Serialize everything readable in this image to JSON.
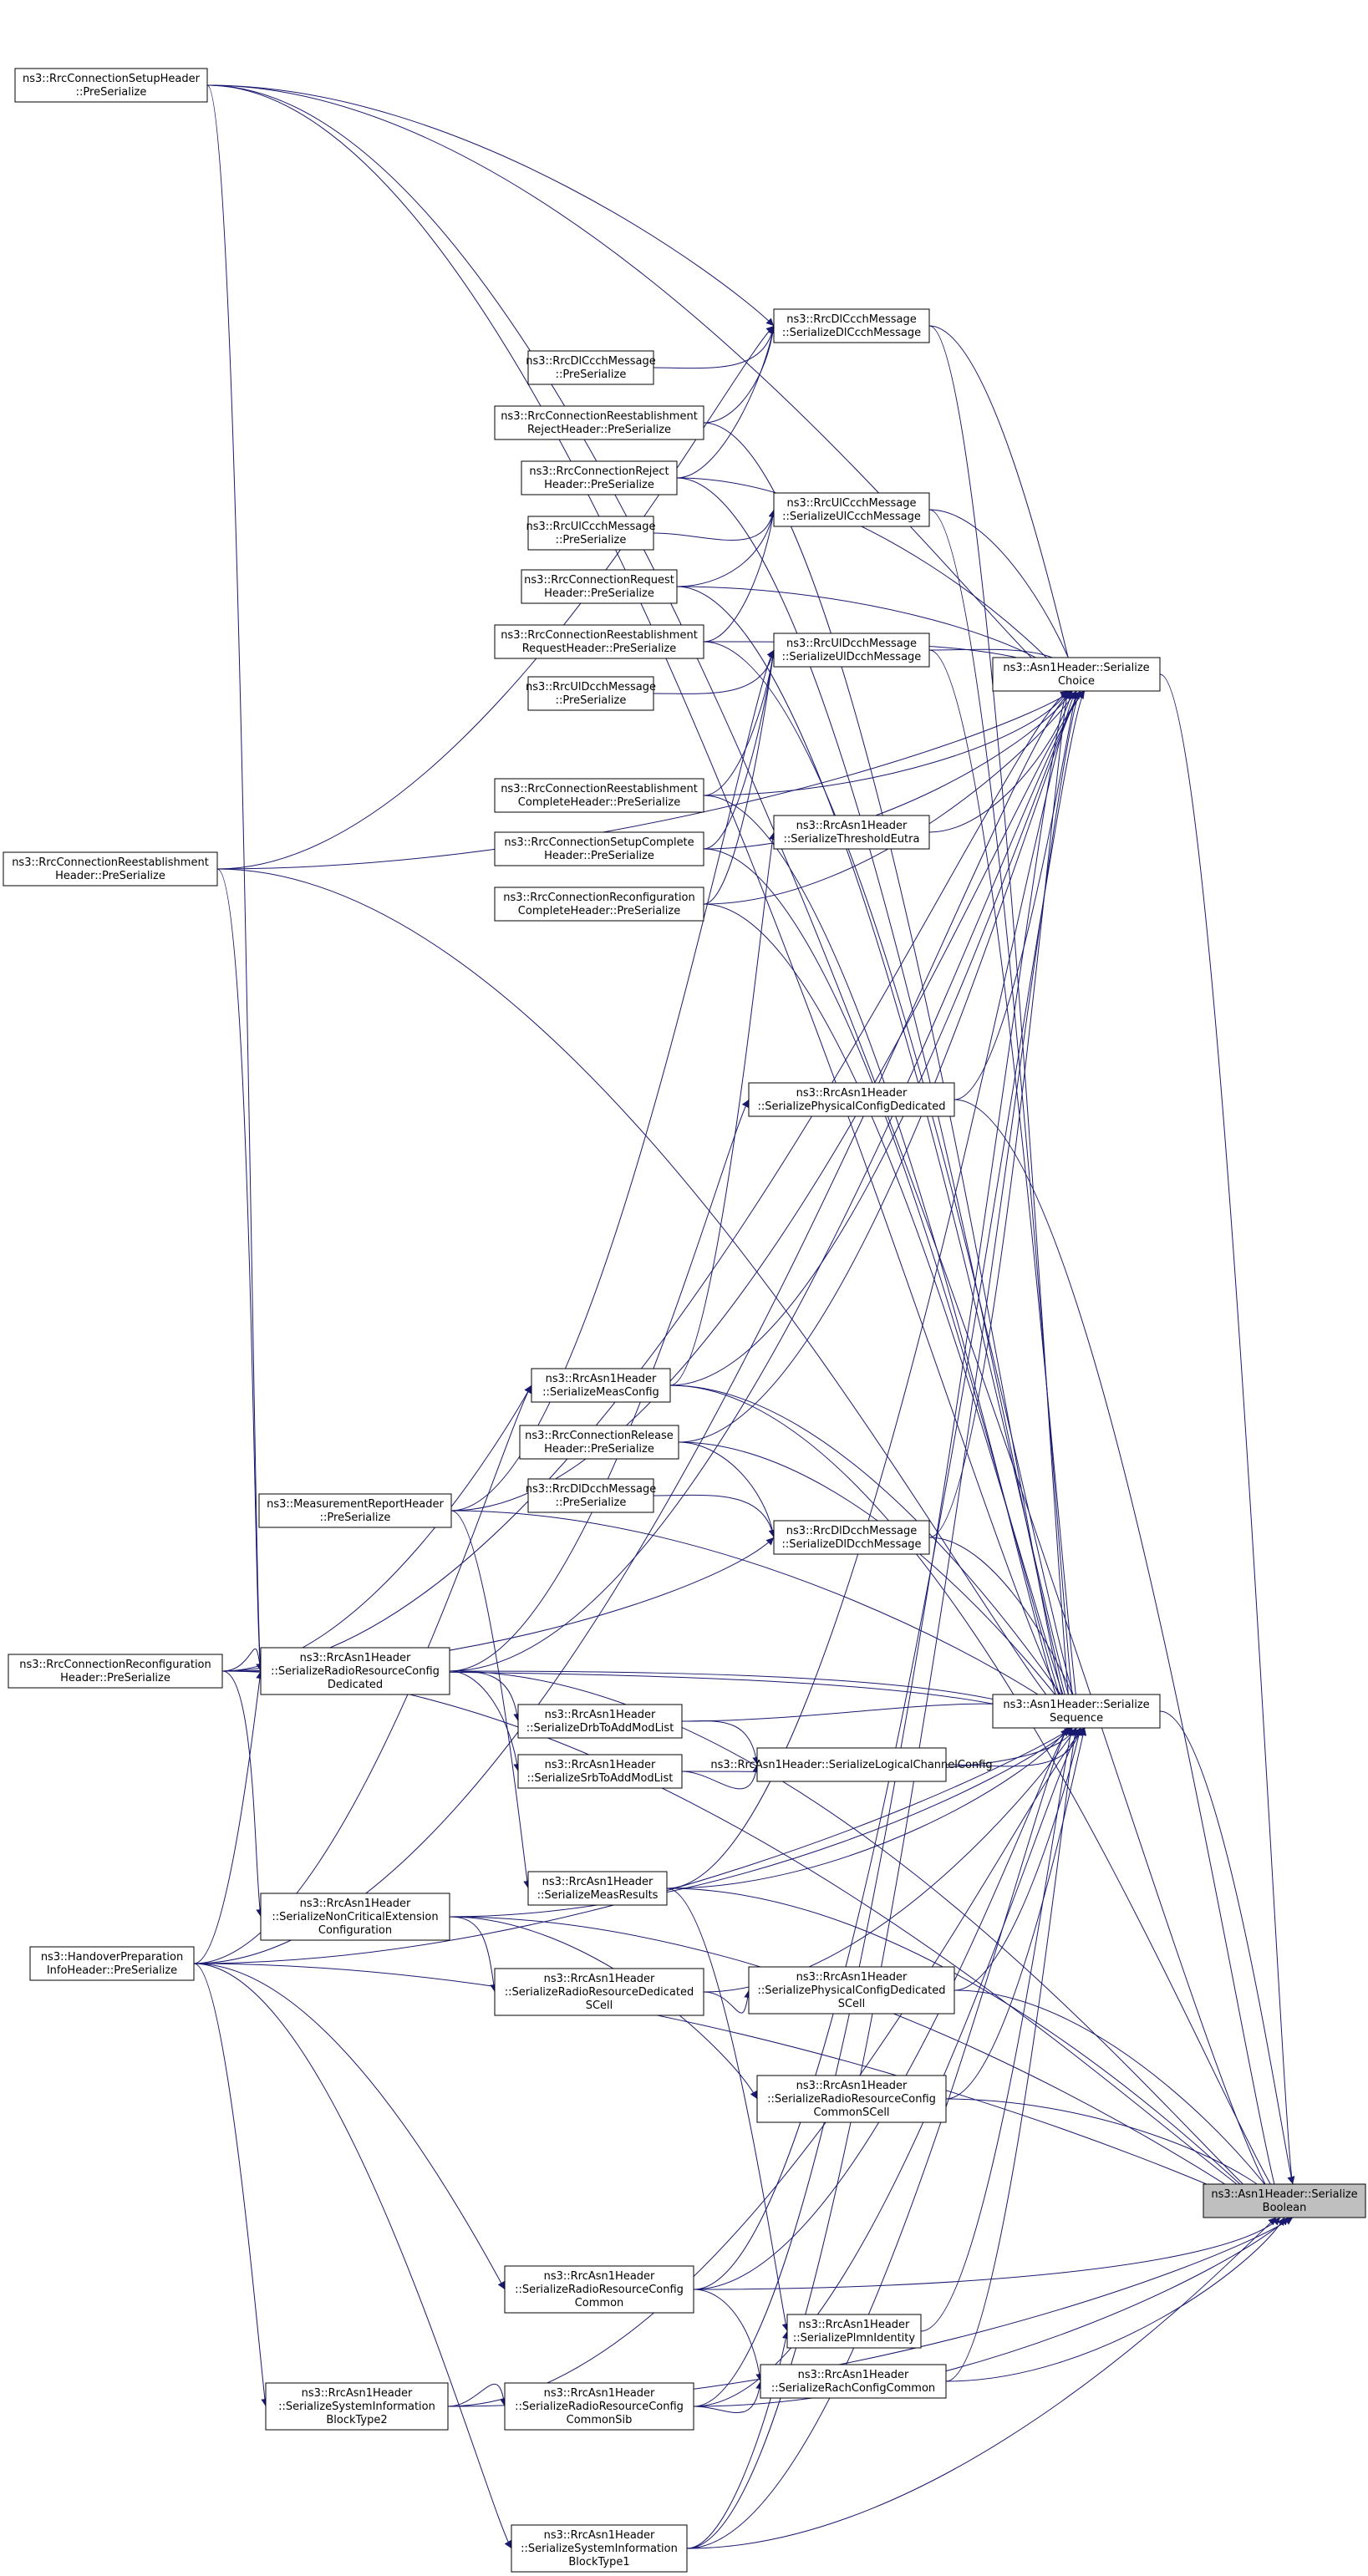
{
  "colors": {
    "edge": "#191970",
    "node_border": "#000000",
    "node_fill": "#ffffff",
    "root_fill": "#bfbfbf"
  },
  "nodes": {
    "rrc_setup_pre": {
      "lines": [
        "ns3::RrcConnectionSetupHeader",
        "::PreSerialize"
      ]
    },
    "dlccch_ser": {
      "lines": [
        "ns3::RrcDlCcchMessage",
        "::SerializeDlCcchMessage"
      ]
    },
    "dlccch_pre": {
      "lines": [
        "ns3::RrcDlCcchMessage",
        "::PreSerialize"
      ]
    },
    "reest_reject_pre": {
      "lines": [
        "ns3::RrcConnectionReestablishment",
        "RejectHeader::PreSerialize"
      ]
    },
    "reject_pre": {
      "lines": [
        "ns3::RrcConnectionReject",
        "Header::PreSerialize"
      ]
    },
    "ulccch_ser": {
      "lines": [
        "ns3::RrcUlCcchMessage",
        "::SerializeUlCcchMessage"
      ]
    },
    "ulccch_pre": {
      "lines": [
        "ns3::RrcUlCcchMessage",
        "::PreSerialize"
      ]
    },
    "request_pre": {
      "lines": [
        "ns3::RrcConnectionRequest",
        "Header::PreSerialize"
      ]
    },
    "reest_request_pre": {
      "lines": [
        "ns3::RrcConnectionReestablishment",
        "RequestHeader::PreSerialize"
      ]
    },
    "uldcch_ser": {
      "lines": [
        "ns3::RrcUlDcchMessage",
        "::SerializeUlDcchMessage"
      ]
    },
    "uldcch_pre": {
      "lines": [
        "ns3::RrcUlDcchMessage",
        "::PreSerialize"
      ]
    },
    "ser_choice": {
      "lines": [
        "ns3::Asn1Header::Serialize",
        "Choice"
      ]
    },
    "reest_complete_pre": {
      "lines": [
        "ns3::RrcConnectionReestablishment",
        "CompleteHeader::PreSerialize"
      ]
    },
    "thresh_eutra": {
      "lines": [
        "ns3::RrcAsn1Header",
        "::SerializeThresholdEutra"
      ]
    },
    "reest_pre": {
      "lines": [
        "ns3::RrcConnectionReestablishment",
        "Header::PreSerialize"
      ]
    },
    "setup_complete_pre": {
      "lines": [
        "ns3::RrcConnectionSetupComplete",
        "Header::PreSerialize"
      ]
    },
    "reconf_complete_pre": {
      "lines": [
        "ns3::RrcConnectionReconfiguration",
        "CompleteHeader::PreSerialize"
      ]
    },
    "phys_ded": {
      "lines": [
        "ns3::RrcAsn1Header",
        "::SerializePhysicalConfigDedicated"
      ]
    },
    "meas_config": {
      "lines": [
        "ns3::RrcAsn1Header",
        "::SerializeMeasConfig"
      ]
    },
    "release_pre": {
      "lines": [
        "ns3::RrcConnectionRelease",
        "Header::PreSerialize"
      ]
    },
    "meas_report_pre": {
      "lines": [
        "ns3::MeasurementReportHeader",
        "::PreSerialize"
      ]
    },
    "dldcch_pre": {
      "lines": [
        "ns3::RrcDlDcchMessage",
        "::PreSerialize"
      ]
    },
    "dldcch_ser": {
      "lines": [
        "ns3::RrcDlDcchMessage",
        "::SerializeDlDcchMessage"
      ]
    },
    "reconf_pre": {
      "lines": [
        "ns3::RrcConnectionReconfiguration",
        "Header::PreSerialize"
      ]
    },
    "rr_ded": {
      "lines": [
        "ns3::RrcAsn1Header",
        "::SerializeRadioResourceConfig",
        "Dedicated"
      ]
    },
    "ser_seq": {
      "lines": [
        "ns3::Asn1Header::Serialize",
        "Sequence"
      ]
    },
    "drb": {
      "lines": [
        "ns3::RrcAsn1Header",
        "::SerializeDrbToAddModList"
      ]
    },
    "srb": {
      "lines": [
        "ns3::RrcAsn1Header",
        "::SerializeSrbToAddModList"
      ]
    },
    "logical_ch": {
      "lines": [
        "ns3::RrcAsn1Header::SerializeLogicalChannelConfig"
      ]
    },
    "meas_results": {
      "lines": [
        "ns3::RrcAsn1Header",
        "::SerializeMeasResults"
      ]
    },
    "handover_pre": {
      "lines": [
        "ns3::HandoverPreparation",
        "InfoHeader::PreSerialize"
      ]
    },
    "noncrit": {
      "lines": [
        "ns3::RrcAsn1Header",
        "::SerializeNonCriticalExtension",
        "Configuration"
      ]
    },
    "rr_ded_scell": {
      "lines": [
        "ns3::RrcAsn1Header",
        "::SerializeRadioResourceDedicated",
        "SCell"
      ]
    },
    "phys_ded_scell": {
      "lines": [
        "ns3::RrcAsn1Header",
        "::SerializePhysicalConfigDedicated",
        "SCell"
      ]
    },
    "rr_common_scell": {
      "lines": [
        "ns3::RrcAsn1Header",
        "::SerializeRadioResourceConfig",
        "CommonSCell"
      ]
    },
    "ser_bool": {
      "lines": [
        "ns3::Asn1Header::Serialize",
        "Boolean"
      ]
    },
    "rr_common": {
      "lines": [
        "ns3::RrcAsn1Header",
        "::SerializeRadioResourceConfig",
        "Common"
      ]
    },
    "plmn": {
      "lines": [
        "ns3::RrcAsn1Header",
        "::SerializePlmnIdentity"
      ]
    },
    "rach": {
      "lines": [
        "ns3::RrcAsn1Header",
        "::SerializeRachConfigCommon"
      ]
    },
    "sib2": {
      "lines": [
        "ns3::RrcAsn1Header",
        "::SerializeSystemInformation",
        "BlockType2"
      ]
    },
    "rr_common_sib": {
      "lines": [
        "ns3::RrcAsn1Header",
        "::SerializeRadioResourceConfig",
        "CommonSib"
      ]
    },
    "sib1": {
      "lines": [
        "ns3::RrcAsn1Header",
        "::SerializeSystemInformation",
        "BlockType1"
      ]
    }
  },
  "edges": [
    [
      "ser_choice",
      "ser_bool"
    ],
    [
      "ser_seq",
      "ser_bool"
    ],
    [
      "phys_ded",
      "ser_bool"
    ],
    [
      "phys_ded_scell",
      "ser_bool"
    ],
    [
      "rr_common_scell",
      "ser_bool"
    ],
    [
      "meas_results",
      "ser_bool"
    ],
    [
      "rr_common",
      "ser_bool"
    ],
    [
      "rach",
      "ser_bool"
    ],
    [
      "rr_common_sib",
      "ser_bool"
    ],
    [
      "sib2",
      "ser_bool"
    ],
    [
      "sib1",
      "ser_bool"
    ],
    [
      "handover_pre",
      "ser_bool"
    ],
    [
      "reconf_pre",
      "ser_bool"
    ],
    [
      "rrc_setup_pre",
      "ser_bool"
    ],
    [
      "meas_config",
      "ser_bool"
    ],
    [
      "noncrit",
      "ser_bool"
    ],
    [
      "rr_ded",
      "ser_bool"
    ],
    [
      "dlccch_ser",
      "ser_choice"
    ],
    [
      "ulccch_ser",
      "ser_choice"
    ],
    [
      "uldcch_ser",
      "ser_choice"
    ],
    [
      "dldcch_ser",
      "ser_choice"
    ],
    [
      "thresh_eutra",
      "ser_choice"
    ],
    [
      "phys_ded",
      "ser_choice"
    ],
    [
      "meas_config",
      "ser_choice"
    ],
    [
      "rr_ded",
      "ser_choice"
    ],
    [
      "rrc_setup_pre",
      "ser_choice"
    ],
    [
      "reest_pre",
      "ser_choice"
    ],
    [
      "reject_pre",
      "ser_choice"
    ],
    [
      "request_pre",
      "ser_choice"
    ],
    [
      "reest_request_pre",
      "ser_choice"
    ],
    [
      "reest_complete_pre",
      "ser_choice"
    ],
    [
      "setup_complete_pre",
      "ser_choice"
    ],
    [
      "reconf_complete_pre",
      "ser_choice"
    ],
    [
      "release_pre",
      "ser_choice"
    ],
    [
      "meas_report_pre",
      "ser_choice"
    ],
    [
      "reconf_pre",
      "ser_choice"
    ],
    [
      "handover_pre",
      "ser_choice"
    ],
    [
      "meas_results",
      "ser_choice"
    ],
    [
      "sib1",
      "ser_choice"
    ],
    [
      "rr_common",
      "ser_choice"
    ],
    [
      "rr_common_sib",
      "ser_choice"
    ],
    [
      "dlccch_ser",
      "ser_seq"
    ],
    [
      "ulccch_ser",
      "ser_seq"
    ],
    [
      "uldcch_ser",
      "ser_seq"
    ],
    [
      "dldcch_ser",
      "ser_seq"
    ],
    [
      "rr_ded",
      "ser_seq"
    ],
    [
      "drb",
      "ser_seq"
    ],
    [
      "srb",
      "ser_seq"
    ],
    [
      "logical_ch",
      "ser_seq"
    ],
    [
      "meas_config",
      "ser_seq"
    ],
    [
      "meas_results",
      "ser_seq"
    ],
    [
      "noncrit",
      "ser_seq"
    ],
    [
      "rr_ded_scell",
      "ser_seq"
    ],
    [
      "phys_ded_scell",
      "ser_seq"
    ],
    [
      "rr_common_scell",
      "ser_seq"
    ],
    [
      "rr_common",
      "ser_seq"
    ],
    [
      "plmn",
      "ser_seq"
    ],
    [
      "rach",
      "ser_seq"
    ],
    [
      "rr_common_sib",
      "ser_seq"
    ],
    [
      "sib2",
      "ser_seq"
    ],
    [
      "sib1",
      "ser_seq"
    ],
    [
      "reest_reject_pre",
      "ser_seq"
    ],
    [
      "reject_pre",
      "ser_seq"
    ],
    [
      "request_pre",
      "ser_seq"
    ],
    [
      "reest_request_pre",
      "ser_seq"
    ],
    [
      "reest_complete_pre",
      "ser_seq"
    ],
    [
      "setup_complete_pre",
      "ser_seq"
    ],
    [
      "reconf_complete_pre",
      "ser_seq"
    ],
    [
      "release_pre",
      "ser_seq"
    ],
    [
      "meas_report_pre",
      "ser_seq"
    ],
    [
      "reconf_pre",
      "ser_seq"
    ],
    [
      "handover_pre",
      "ser_seq"
    ],
    [
      "reest_pre",
      "ser_seq"
    ],
    [
      "rrc_setup_pre",
      "ser_seq"
    ],
    [
      "rrc_setup_pre",
      "dlccch_ser"
    ],
    [
      "dlccch_pre",
      "dlccch_ser"
    ],
    [
      "reest_reject_pre",
      "dlccch_ser"
    ],
    [
      "reject_pre",
      "dlccch_ser"
    ],
    [
      "reest_pre",
      "dlccch_ser"
    ],
    [
      "ulccch_pre",
      "ulccch_ser"
    ],
    [
      "request_pre",
      "ulccch_ser"
    ],
    [
      "reest_request_pre",
      "ulccch_ser"
    ],
    [
      "uldcch_pre",
      "uldcch_ser"
    ],
    [
      "reest_complete_pre",
      "uldcch_ser"
    ],
    [
      "setup_complete_pre",
      "uldcch_ser"
    ],
    [
      "reconf_complete_pre",
      "uldcch_ser"
    ],
    [
      "meas_report_pre",
      "uldcch_ser"
    ],
    [
      "meas_config",
      "thresh_eutra"
    ],
    [
      "rr_ded",
      "phys_ded"
    ],
    [
      "reconf_pre",
      "meas_config"
    ],
    [
      "handover_pre",
      "meas_config"
    ],
    [
      "release_pre",
      "dldcch_ser"
    ],
    [
      "dldcch_pre",
      "dldcch_ser"
    ],
    [
      "reconf_pre",
      "dldcch_ser"
    ],
    [
      "reconf_pre",
      "rr_ded"
    ],
    [
      "handover_pre",
      "rr_ded"
    ],
    [
      "rrc_setup_pre",
      "rr_ded"
    ],
    [
      "reest_pre",
      "rr_ded"
    ],
    [
      "rr_ded",
      "drb"
    ],
    [
      "rr_ded",
      "srb"
    ],
    [
      "drb",
      "logical_ch"
    ],
    [
      "srb",
      "logical_ch"
    ],
    [
      "meas_report_pre",
      "meas_results"
    ],
    [
      "reconf_pre",
      "noncrit"
    ],
    [
      "noncrit",
      "rr_ded_scell"
    ],
    [
      "noncrit",
      "rr_common_scell"
    ],
    [
      "rr_ded_scell",
      "phys_ded_scell"
    ],
    [
      "handover_pre",
      "rr_common"
    ],
    [
      "rr_common",
      "rach"
    ],
    [
      "rr_common_sib",
      "rach"
    ],
    [
      "handover_pre",
      "sib2"
    ],
    [
      "handover_pre",
      "sib1"
    ],
    [
      "sib2",
      "rr_common_sib"
    ],
    [
      "meas_results",
      "plmn"
    ],
    [
      "sib1",
      "plmn"
    ]
  ]
}
